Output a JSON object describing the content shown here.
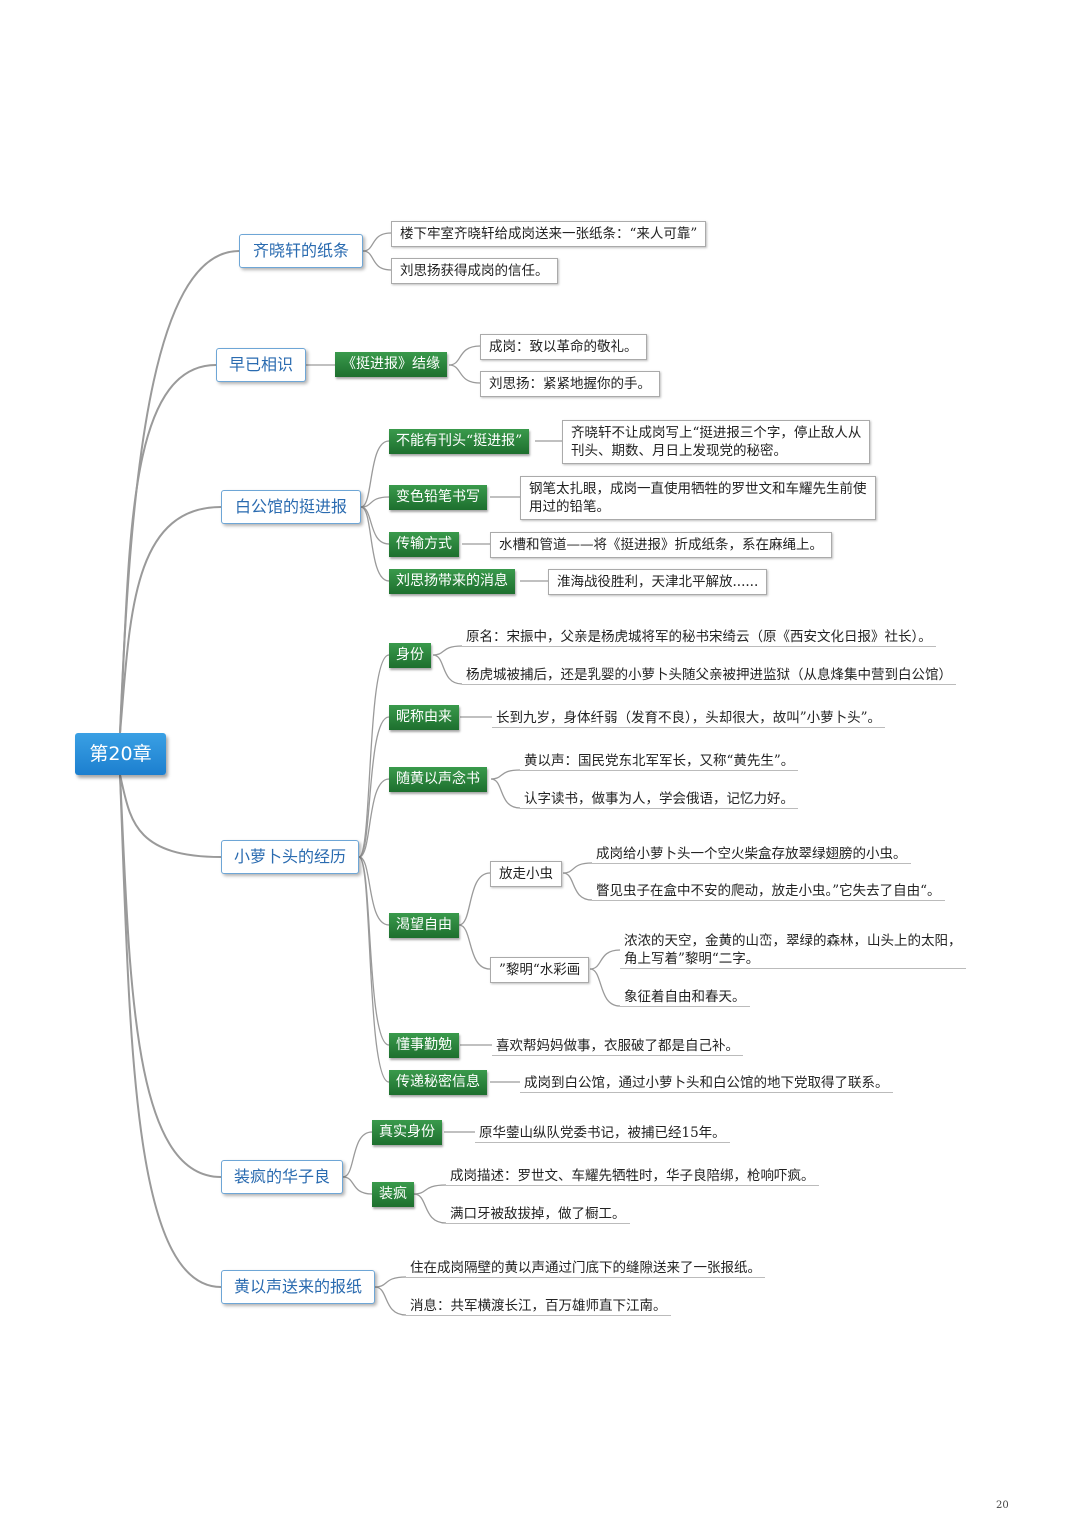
{
  "root": "第20章",
  "branches": [
    {
      "title": "齐晓轩的纸条",
      "items": [
        "楼下牢室齐晓轩给成岗送来一张纸条：“来人可靠”",
        "刘思扬获得成岗的信任。"
      ]
    },
    {
      "title": "早已相识",
      "sub": "《挺进报》结缘",
      "items": [
        "成岗：致以革命的敬礼。",
        "刘思扬：紧紧地握你的手。"
      ]
    },
    {
      "title": "白公馆的挺进报",
      "subs": [
        {
          "label": "不能有刊头“挺进报”",
          "text": [
            "齐晓轩不让成岗写上“挺进报三个字，停止敌人从",
            "刊头、期数、月日上发现党的秘密。"
          ]
        },
        {
          "label": "变色铅笔书写",
          "text": [
            "钢笔太扎眼，成岗一直使用牺牲的罗世文和车耀先生前使",
            "用过的铅笔。"
          ]
        },
        {
          "label": "传输方式",
          "text": [
            "水槽和管道——将《挺进报》折成纸条，系在麻绳上。"
          ]
        },
        {
          "label": "刘思扬带来的消息",
          "text": [
            "淮海战役胜利，天津北平解放......"
          ]
        }
      ]
    },
    {
      "title": "小萝卜头的经历",
      "identity": {
        "label": "身份",
        "items": [
          "原名：宋振中，父亲是杨虎城将军的秘书宋绮云（原《西安文化日报》社长）。",
          "杨虎城被捕后，还是乳婴的小萝卜头随父亲被押进监狱（从息烽集中营到白公馆）"
        ]
      },
      "nickname": {
        "label": "昵称由来",
        "text": "长到九岁，身体纤弱（发育不良），头却很大，故叫”小萝卜头”。"
      },
      "study": {
        "label": "随黄以声念书",
        "items": [
          "黄以声：国民党东北军军长，又称“黄先生”。",
          "认字读书，做事为人，学会俄语，记忆力好。"
        ]
      },
      "freedom": {
        "label": "渴望自由",
        "release": {
          "label": "放走小虫",
          "items": [
            "成岗给小萝卜头一个空火柴盒存放翠绿翅膀的小虫。",
            "瞥见虫子在盒中不安的爬动，放走小虫。”它失去了自由“。"
          ]
        },
        "painting": {
          "label": "”黎明“水彩画",
          "items": [
            [
              "浓浓的天空，金黄的山峦，翠绿的森林，山头上的太阳，",
              "角上写着”黎明“二字。"
            ],
            [
              "象征着自由和春天。"
            ]
          ]
        }
      },
      "diligent": {
        "label": "懂事勤勉",
        "text": "喜欢帮妈妈做事，衣服破了都是自己补。"
      },
      "secret": {
        "label": "传递秘密信息",
        "text": "成岗到白公馆，通过小萝卜头和白公馆的地下党取得了联系。"
      }
    },
    {
      "title": "装疯的华子良",
      "real": {
        "label": "真实身份",
        "text": "原华蓥山纵队党委书记，被捕已经15年。"
      },
      "fake": {
        "label": "装疯",
        "items": [
          "成岗描述：罗世文、车耀先牺牲时，华子良陪绑，枪响吓疯。",
          "满口牙被敌拔掉，做了橱工。"
        ]
      }
    },
    {
      "title": "黄以声送来的报纸",
      "items": [
        "住在成岗隔壁的黄以声通过门底下的缝隙送来了一张报纸。",
        "消息：共军横渡长江，百万雄师直下江南。"
      ]
    }
  ],
  "page_number": "20",
  "colors": {
    "root": "#2b8fde",
    "main_border": "#6ea6d6",
    "main_text": "#2a6bb0",
    "green": "#2a8a3e",
    "line": "#9a9a9a"
  }
}
